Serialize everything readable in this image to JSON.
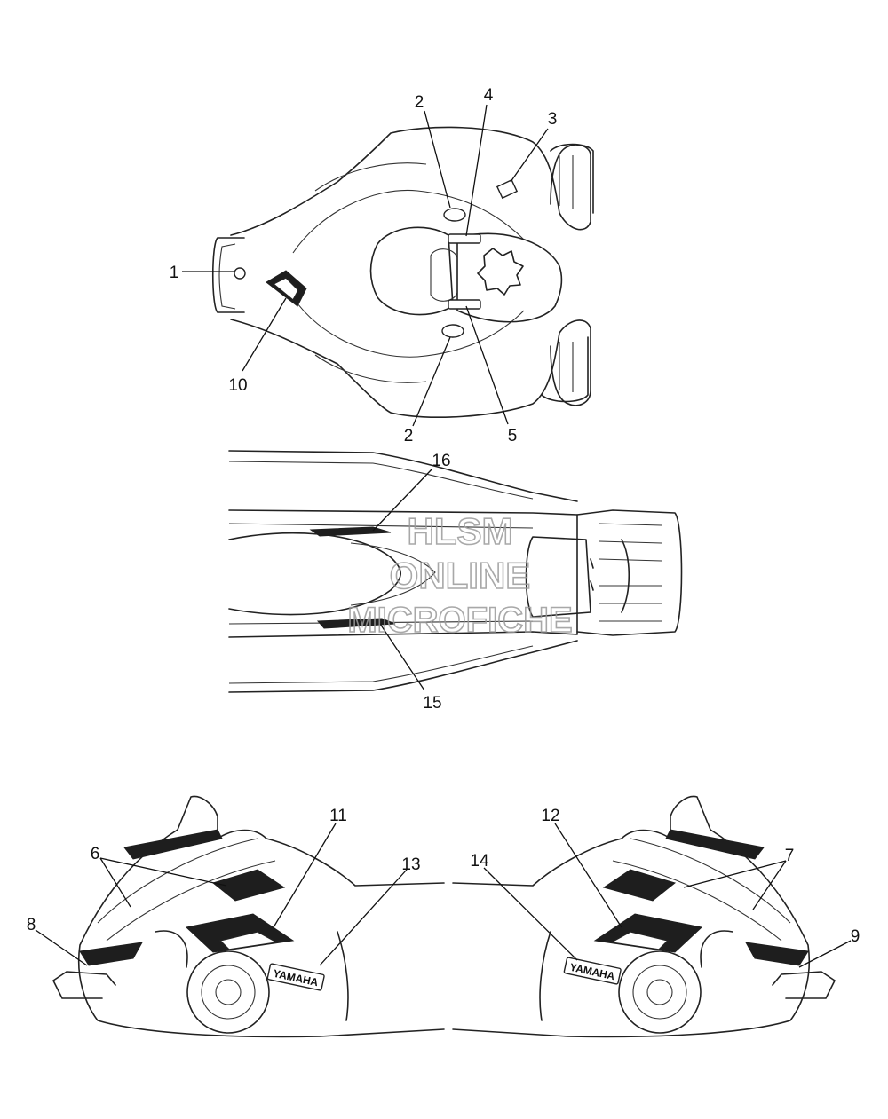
{
  "callouts": {
    "c1": "1",
    "c2a": "2",
    "c2b": "2",
    "c3": "3",
    "c4": "4",
    "c5": "5",
    "c6": "6",
    "c7": "7",
    "c8": "8",
    "c9": "9",
    "c10": "10",
    "c11": "11",
    "c12": "12",
    "c13": "13",
    "c14": "14",
    "c15": "15",
    "c16": "16"
  },
  "watermark": {
    "line1": "HLSM",
    "line2": "ONLINE",
    "line3": "MICROFICHE"
  },
  "decal_text": {
    "left_brand": "YAMAHA",
    "right_brand": "YAMAHA"
  }
}
